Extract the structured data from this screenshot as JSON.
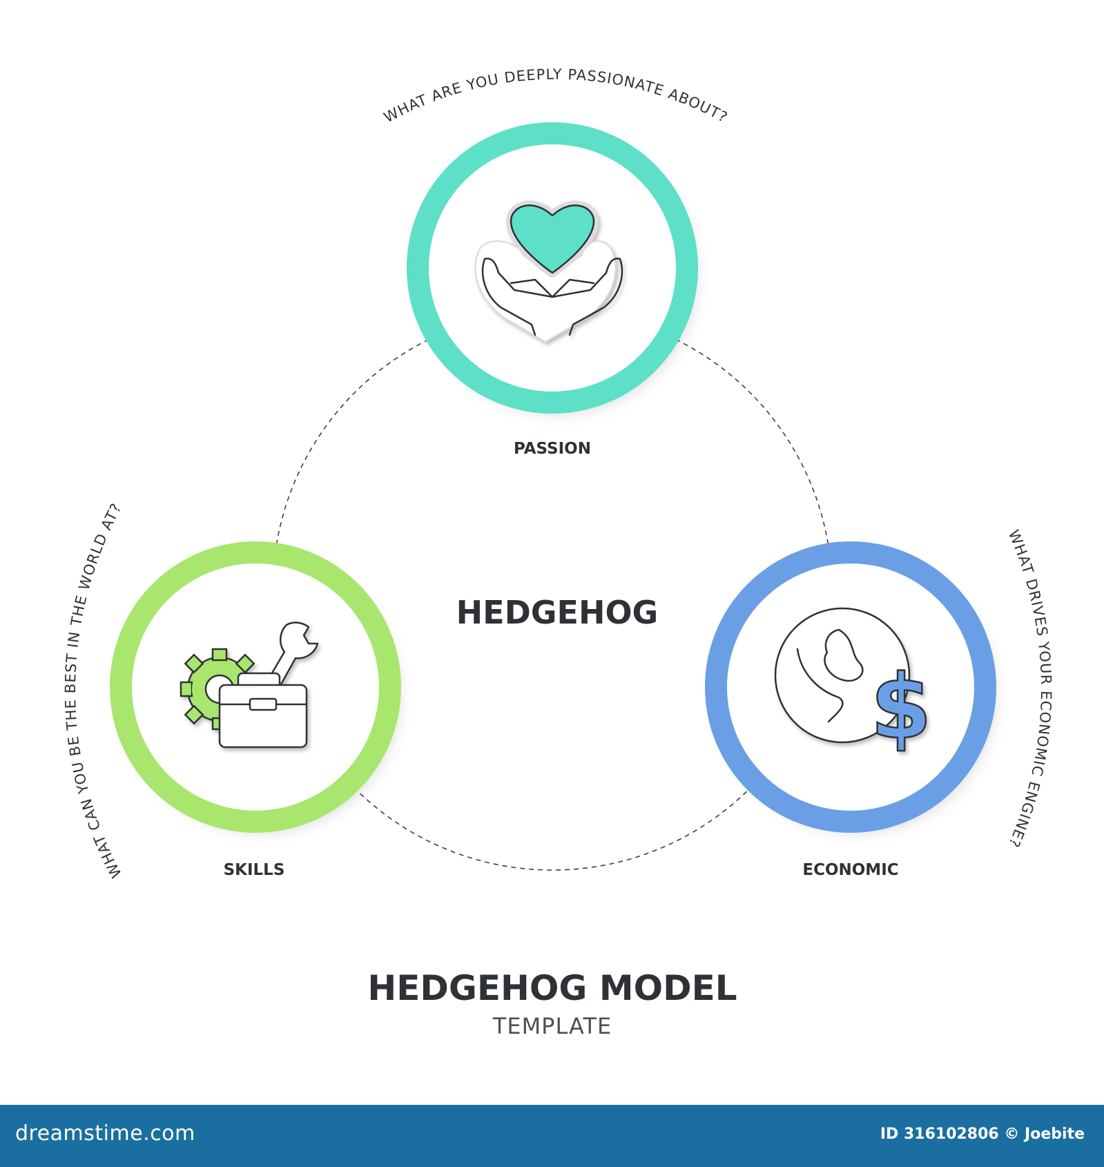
{
  "diagram": {
    "center_label": "HEDGEHOG",
    "title": "HEDGEHOG MODEL",
    "subtitle": "TEMPLATE",
    "nodes": [
      {
        "id": "passion",
        "label": "PASSION",
        "question": "WHAT ARE YOU DEEPLY PASSIONATE ABOUT?",
        "icon": "heart-in-hands-icon",
        "color": "#5ddfc8"
      },
      {
        "id": "skills",
        "label": "SKILLS",
        "question": "WHAT CAN YOU BE THE BEST IN THE WORLD AT?",
        "icon": "gear-wrench-briefcase-icon",
        "color": "#a8e66e"
      },
      {
        "id": "economic",
        "label": "ECONOMIC",
        "question": "WHAT DRIVES YOUR ECONOMIC ENGINE?",
        "icon": "globe-dollar-icon",
        "color": "#6a9fe6"
      }
    ]
  },
  "footer": {
    "site": "dreamstime.com",
    "image_id": "ID 316102806 © Joebite"
  }
}
